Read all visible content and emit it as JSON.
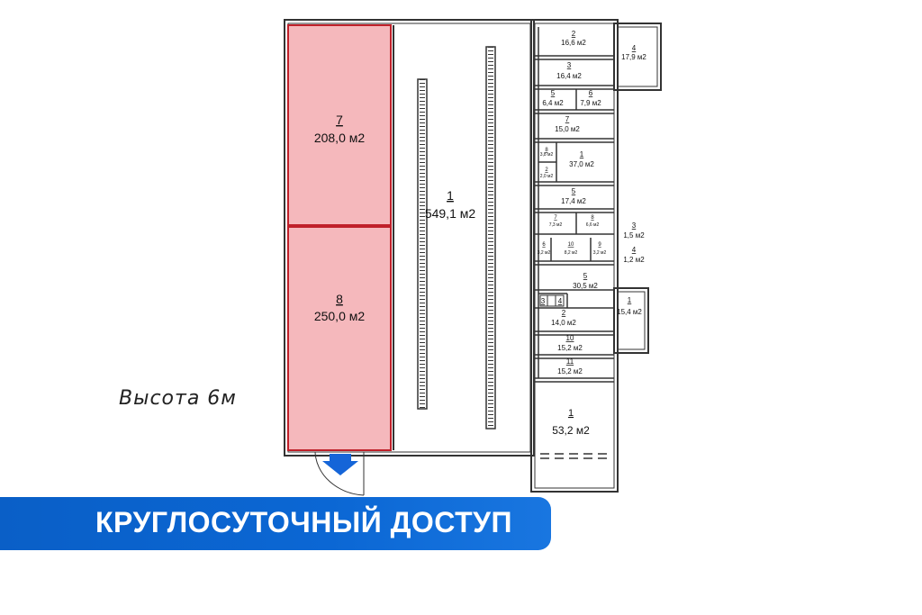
{
  "plan": {
    "height_note": "Высота 6м",
    "banner": "КРУГЛОСУТОЧНЫЙ ДОСТУП",
    "highlight_color": "#f5b8bc",
    "banner_color": "#0b67d4",
    "rooms": [
      {
        "id": "r7",
        "num": "7",
        "area": "208,0 м2"
      },
      {
        "id": "r8",
        "num": "8",
        "area": "250,0 м2"
      },
      {
        "id": "main",
        "num": "1",
        "area": "549,1 м2"
      },
      {
        "id": "a2",
        "num": "2",
        "area": "16,6 м2"
      },
      {
        "id": "a4",
        "num": "4",
        "area": "17,9 м2"
      },
      {
        "id": "a3",
        "num": "3",
        "area": "16,4 м2"
      },
      {
        "id": "a5",
        "num": "5",
        "area": "6,4 м2"
      },
      {
        "id": "a6",
        "num": "6",
        "area": "7,9 м2"
      },
      {
        "id": "a7",
        "num": "7",
        "area": "15,0 м2"
      },
      {
        "id": "b8",
        "num": "8",
        "area": "3,8 м2"
      },
      {
        "id": "b2",
        "num": "2",
        "area": "2,0 м2"
      },
      {
        "id": "b1",
        "num": "1",
        "area": "37,0 м2"
      },
      {
        "id": "b5",
        "num": "5",
        "area": "17,4 м2"
      },
      {
        "id": "c7",
        "num": "7",
        "area": "7,3 м2"
      },
      {
        "id": "c8",
        "num": "8",
        "area": "6,6 м2"
      },
      {
        "id": "c3",
        "num": "3",
        "area": "1,5 м2"
      },
      {
        "id": "c6",
        "num": "6",
        "area": "3,2 м2"
      },
      {
        "id": "c10",
        "num": "10",
        "area": "8,2 м2"
      },
      {
        "id": "c9",
        "num": "9",
        "area": "3,2 м2"
      },
      {
        "id": "c4",
        "num": "4",
        "area": "1,2 м2"
      },
      {
        "id": "d5",
        "num": "5",
        "area": "30,5 м2"
      },
      {
        "id": "d2",
        "num": "2",
        "area": "14,0 м2"
      },
      {
        "id": "d1",
        "num": "1",
        "area": "15,4 м2"
      },
      {
        "id": "d10",
        "num": "10",
        "area": "15,2 м2"
      },
      {
        "id": "d11",
        "num": "11",
        "area": "15,2 м2"
      },
      {
        "id": "e1",
        "num": "1",
        "area": "53,2 м2"
      }
    ],
    "stair_labels": [
      "3",
      "4"
    ]
  }
}
